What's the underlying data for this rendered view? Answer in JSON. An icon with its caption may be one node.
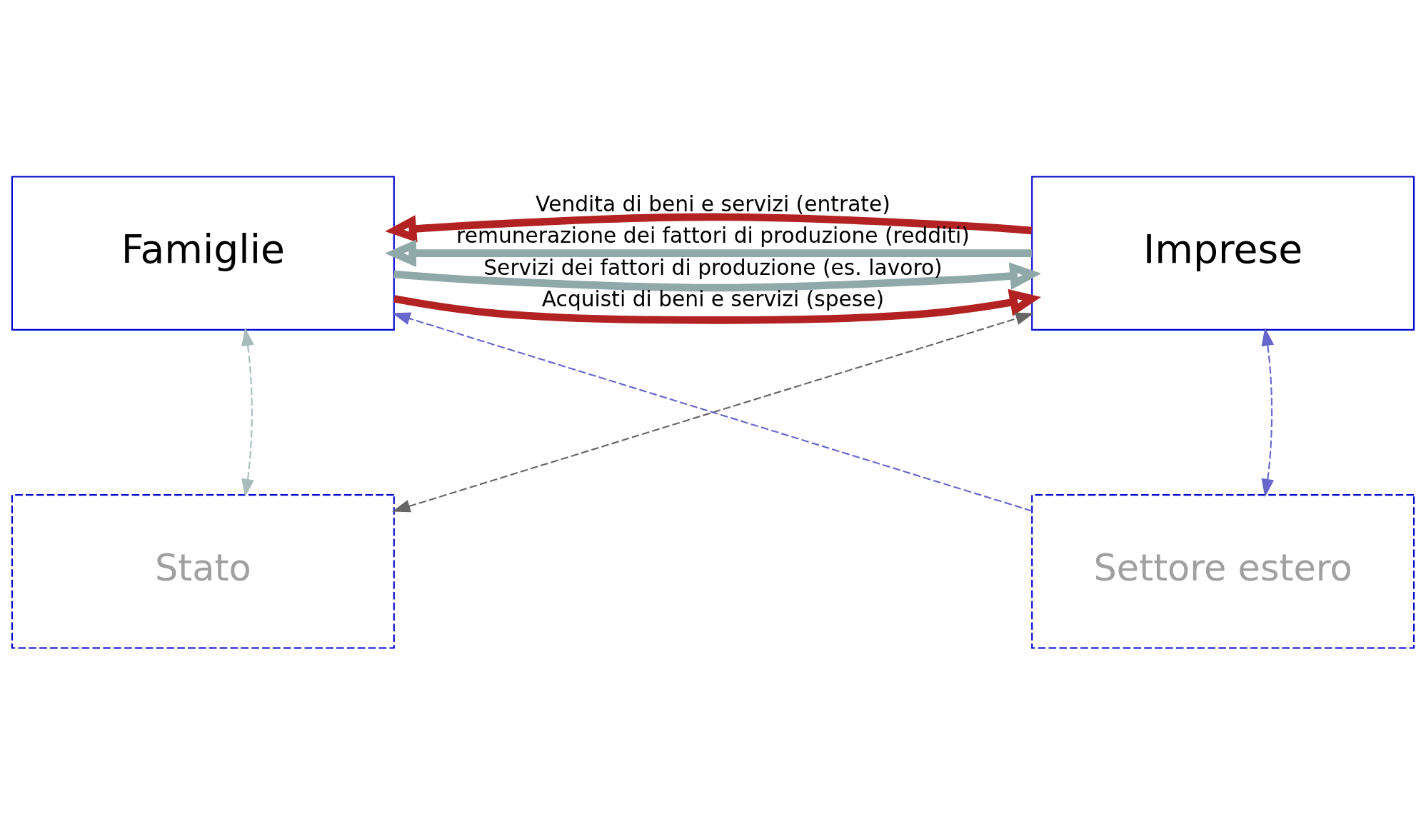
{
  "diagram": {
    "nodes": [
      {
        "text": [
          "Famiglie"
        ]
      },
      {
        "text": [
          "Imprese"
        ]
      },
      {
        "text": [
          "Stato"
        ]
      },
      {
        "text": [
          "Settore estero"
        ]
      }
    ],
    "edges": [
      {
        "from": 0,
        "to": 1,
        "arrow": "to",
        "label": "Servizi dei fattori di produzione (es. lavoro)",
        "style": "thick",
        "color": "#8fa8a8"
      },
      {
        "from": 1,
        "to": 0,
        "arrow": "to",
        "label": "Vendita di beni e servizi (entrate)",
        "style": "thick",
        "color": "#b22222"
      },
      {
        "from": 0,
        "to": 1,
        "arrow": "to",
        "label": "Acquisti di beni e servizi (spese)",
        "style": "thick",
        "color": "#b22222"
      },
      {
        "from": 1,
        "to": 0,
        "arrow": "to",
        "label": "remunerazione dei fattori di produzione (redditi)",
        "style": "thick",
        "color": "#8fa8a8"
      },
      {
        "from": 2,
        "to": 0,
        "arrow": "both",
        "style": "dashed",
        "color": "#a8bcbc"
      },
      {
        "from": 3,
        "to": 0,
        "arrow": "to",
        "style": "dashed",
        "color": "#6666cc"
      },
      {
        "from": 3,
        "to": 1,
        "arrow": "both",
        "style": "dashed",
        "color": "#6666cc"
      },
      {
        "from": 2,
        "to": 1,
        "arrow": "both",
        "style": "dashed",
        "color": "#666666"
      }
    ]
  }
}
